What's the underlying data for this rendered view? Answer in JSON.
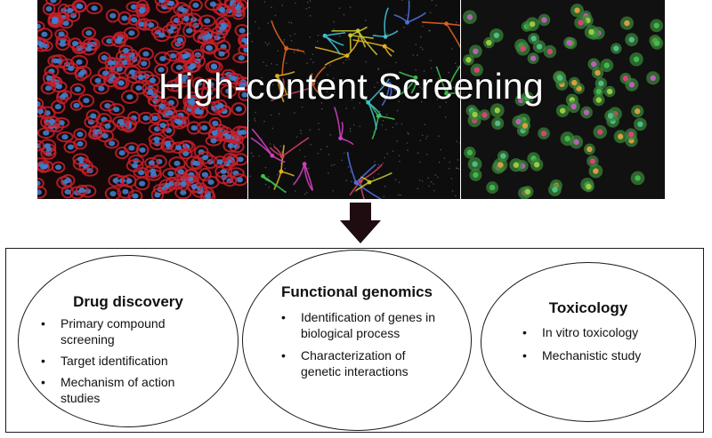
{
  "banner": {
    "title": "High-content Screening",
    "panels": [
      {
        "name": "nuclei-stain-panel",
        "background": "#140808",
        "cell_color": "#c8202c",
        "nucleus_color": "#3f7fcf"
      },
      {
        "name": "neuron-stain-panel",
        "background": "#0d0d0d"
      },
      {
        "name": "multicolor-cells-panel",
        "background": "#111111"
      }
    ]
  },
  "arrow": {
    "color": "#1e0c10"
  },
  "categories": [
    {
      "title": "Drug discovery",
      "items": [
        "Primary compound screening",
        "Target identification",
        "Mechanism of action studies"
      ]
    },
    {
      "title": "Functional genomics",
      "items": [
        "Identification of genes in biological process",
        "Characterization of genetic interactions"
      ]
    },
    {
      "title": "Toxicology",
      "items": [
        "In vitro toxicology",
        "Mechanistic study"
      ]
    }
  ]
}
